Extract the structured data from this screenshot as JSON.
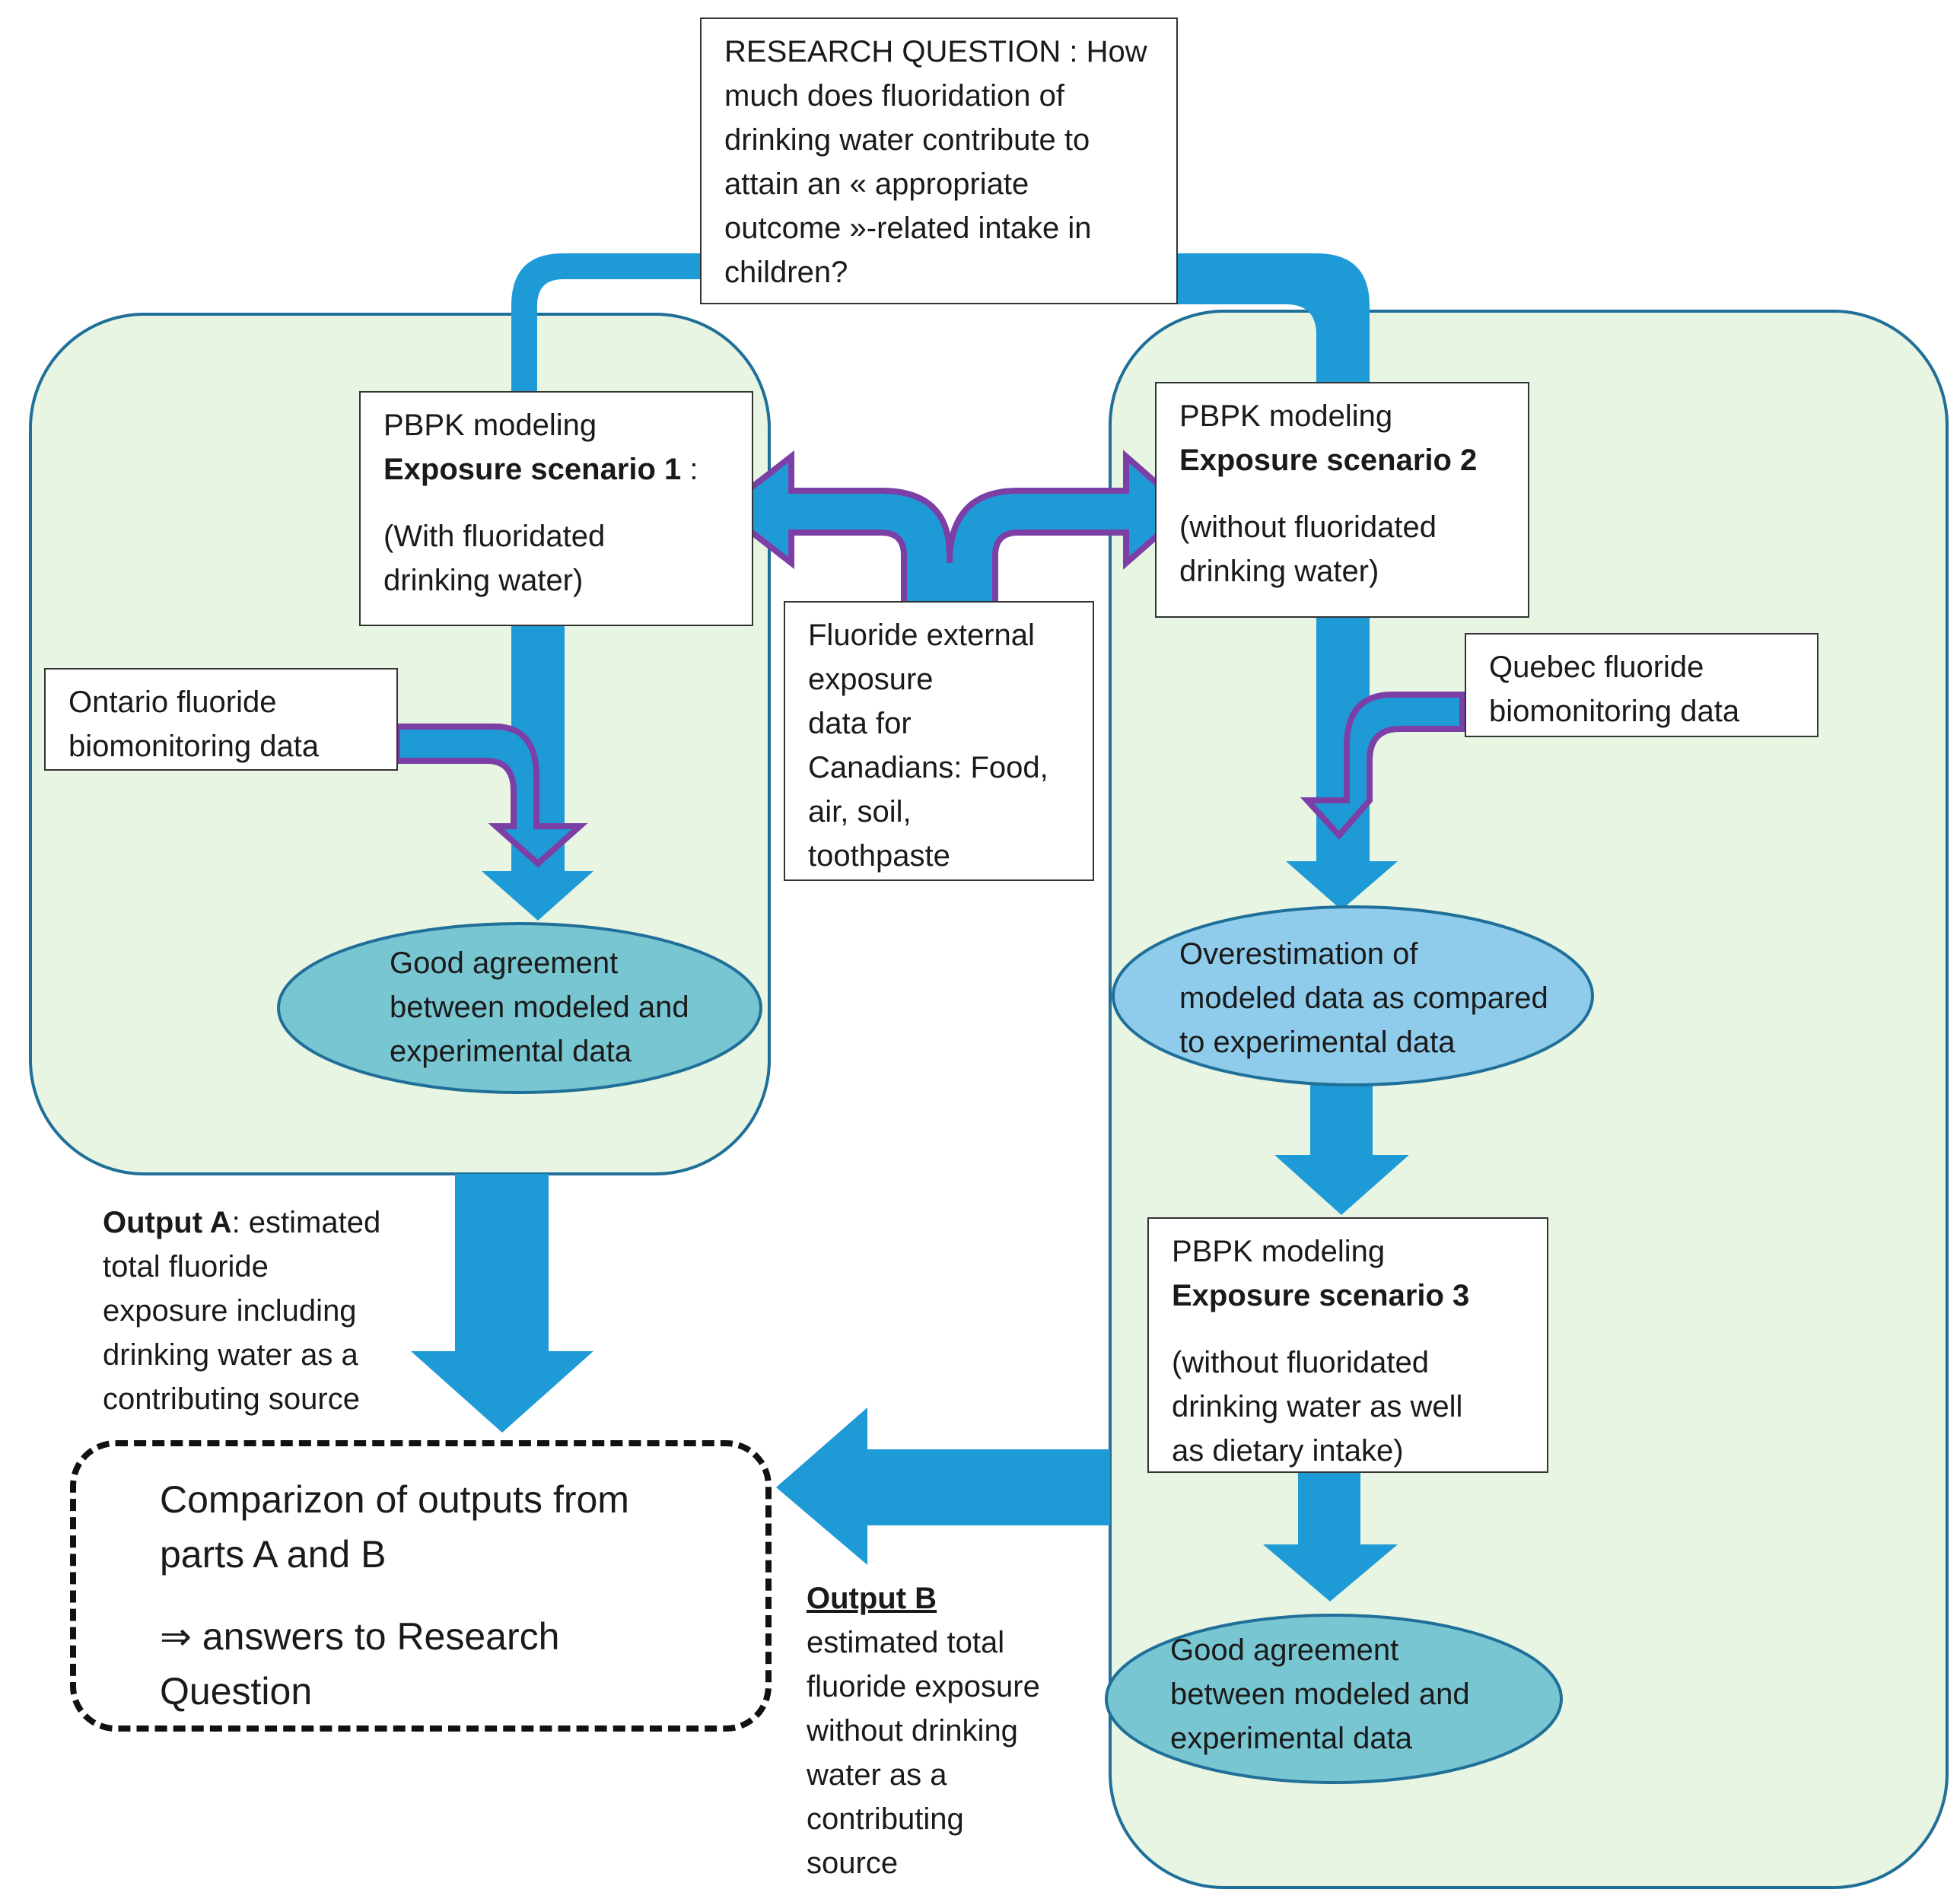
{
  "colors": {
    "panel_fill": "#e8f5e2",
    "panel_border": "#1f6f99",
    "arrow_blue": "#1e9bd7",
    "arrow_outline_purple": "#7b3fa6",
    "ellipse_teal": "#79c6d3",
    "ellipse_light_blue": "#8fccec",
    "dashed_border": "#111111"
  },
  "research_question": {
    "lines": [
      "RESEARCH QUESTION : How",
      "much does fluoridation of",
      "drinking water contribute to",
      "attain an « appropriate",
      "outcome »-related intake in",
      "children?"
    ]
  },
  "scenario1": {
    "title": "PBPK modeling",
    "label": "Exposure scenario 1",
    "label_suffix": " :",
    "desc_lines": [
      "(With fluoridated",
      "drinking water)"
    ]
  },
  "scenario2": {
    "title": "PBPK modeling",
    "label": "Exposure scenario 2",
    "desc_lines": [
      "(without fluoridated",
      "drinking water)"
    ]
  },
  "scenario3": {
    "title": "PBPK modeling",
    "label": "Exposure scenario 3",
    "desc_lines": [
      "(without fluoridated",
      "drinking water as well",
      "as dietary intake)"
    ]
  },
  "external_exposure": {
    "lines": [
      "Fluoride external",
      "exposure",
      "data for",
      "Canadians: Food,",
      "air, soil,",
      "toothpaste"
    ]
  },
  "ontario": {
    "lines": [
      "Ontario fluoride",
      "biomonitoring data"
    ]
  },
  "quebec": {
    "lines": [
      "Quebec fluoride",
      "biomonitoring data"
    ]
  },
  "result1": {
    "lines": [
      "Good agreement",
      "between modeled and",
      "experimental data"
    ]
  },
  "result2": {
    "lines": [
      "Overestimation of",
      "modeled data as compared",
      "to experimental data"
    ]
  },
  "result3": {
    "lines": [
      "Good agreement",
      "between modeled and",
      "experimental data"
    ]
  },
  "output_a": {
    "label": "Output A",
    "text_first": ": estimated",
    "lines": [
      "total fluoride",
      "exposure including",
      "drinking water as a",
      "contributing source"
    ]
  },
  "output_b": {
    "label": "Output B",
    "lines": [
      "estimated total",
      "fluoride exposure",
      "without drinking",
      "water as a",
      "contributing",
      "source"
    ]
  },
  "comparison": {
    "lines": [
      "Comparizon of outputs from",
      "parts A and B"
    ],
    "conclusion_lines": [
      "⇒ answers to Research",
      "Question"
    ]
  }
}
